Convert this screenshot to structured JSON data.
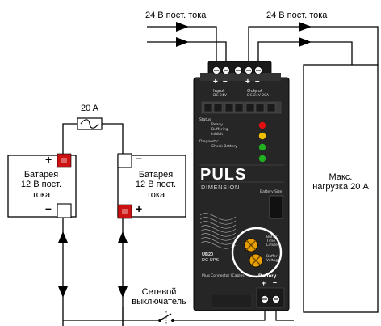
{
  "labels": {
    "top_left_voltage": "24 В пост. тока",
    "top_right_voltage": "24 В пост. тока",
    "fuse": "20 A",
    "battery_left": "Батарея\n12 В пост.\nтока",
    "battery_right": "Батарея\n12 В пост.\nтока",
    "load": "Макс.\nнагрузка 20 А",
    "mains_switch": "Сетевой\nвыключатель"
  },
  "device": {
    "brand": "PULS",
    "sub_brand": "DIMENSION",
    "model": "UB20",
    "model_sub": "DC-UPS",
    "input_label": "Input",
    "input_spec": "DC 24V",
    "output_label": "Output",
    "output_spec": "DC 24V 20A",
    "battery_label": "Battery",
    "battery_size_label": "Battery Size",
    "ready_label": "Ready",
    "buffering_label": "Buffering",
    "inhibit_label": "Inhibit",
    "check_battery_label": "Check Battery",
    "status_label": "Status",
    "diagnostic_label": "Diagnostic",
    "time_limit_label": "Buffer Time Limiter",
    "cutoff_label": "Buffer Voltage",
    "plug_connector_label": "Plug Connector (Cables)"
  },
  "polarity": {
    "plus": "+",
    "minus": "–"
  },
  "colors": {
    "device_body": "#262626",
    "battery_red_terminal": "#cc1111",
    "led_red": "#e01010",
    "led_yellow": "#f0c000",
    "led_green": "#20b020",
    "knob": "#e8a000",
    "wire": "#000000"
  }
}
